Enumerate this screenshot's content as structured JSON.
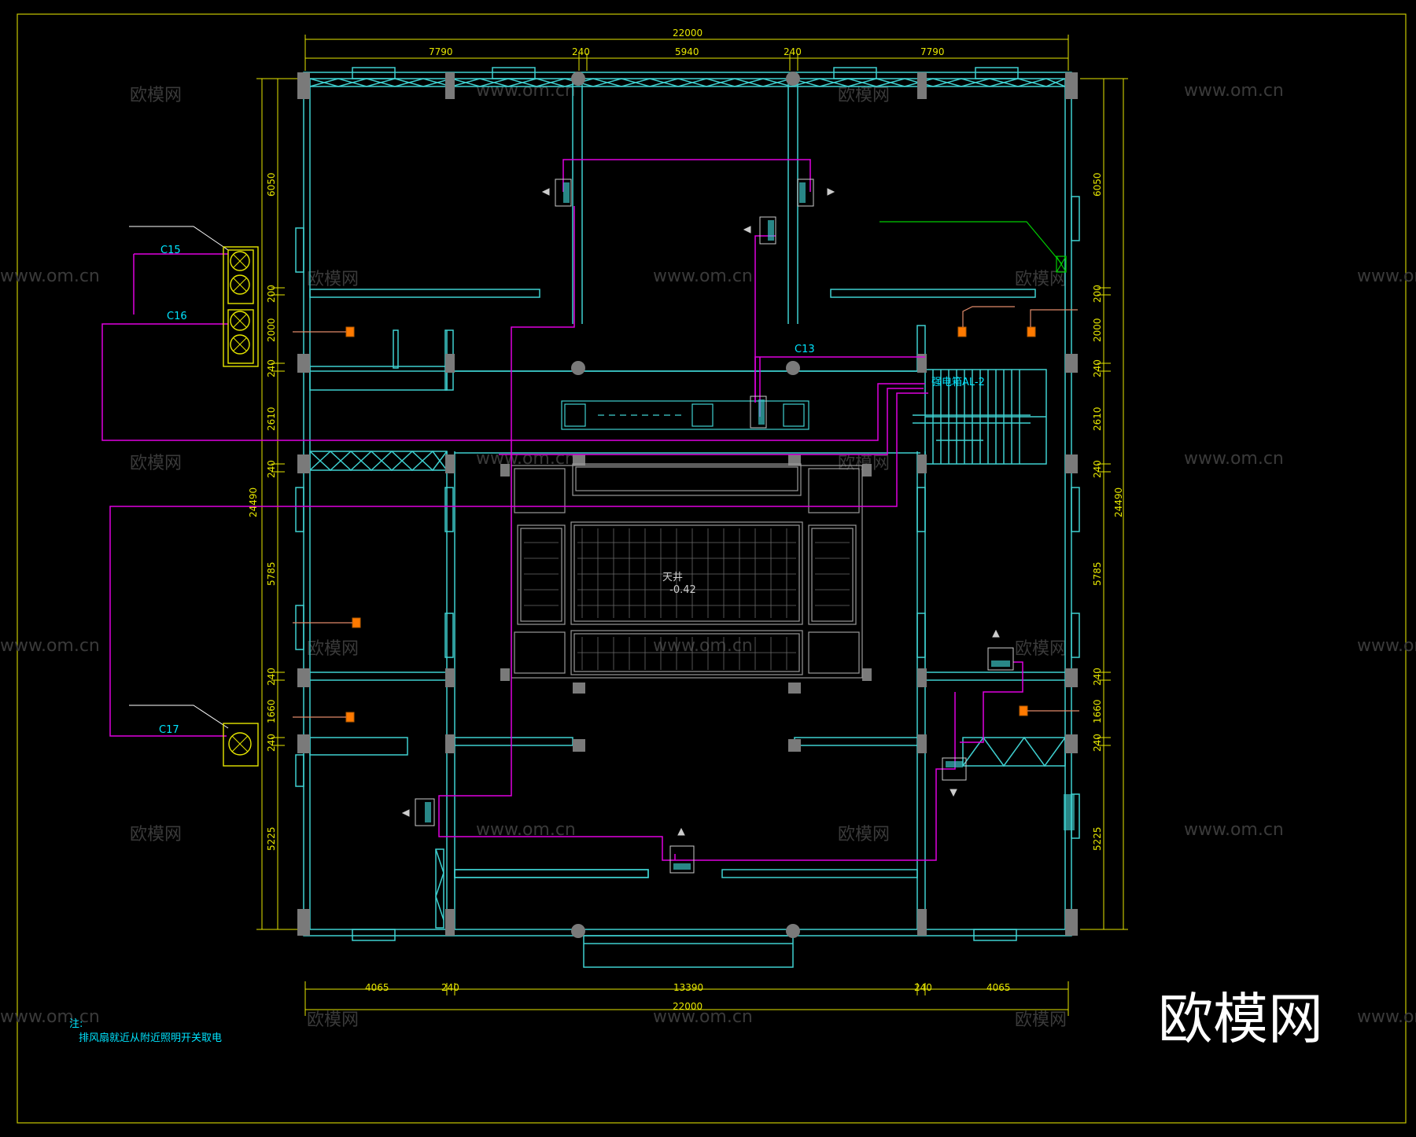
{
  "dimensions": {
    "top_total": "22000",
    "top_segments": [
      "7790",
      "240",
      "5940",
      "240",
      "7790"
    ],
    "bottom_segments": [
      "4065",
      "240",
      "13390",
      "240",
      "4065"
    ],
    "bottom_total": "22000",
    "left_total": "24490",
    "right_total": "24490",
    "vertical_segments": [
      "6050",
      "200",
      "2000",
      "240",
      "2610",
      "240",
      "5785",
      "240",
      "1660",
      "240",
      "5225"
    ]
  },
  "labels": {
    "c15": "C15",
    "c16": "C16",
    "c17": "C17",
    "c13": "C13",
    "panel": "强电箱AL-2",
    "courtyard": "天井",
    "courtyard_level": "-0.42"
  },
  "note": {
    "title": "注:",
    "text": "排风扇就近从附近照明开关取电"
  },
  "watermark": {
    "cn": "欧模网",
    "url": "www.om.cn"
  },
  "brand": "欧模网",
  "colors": {
    "wall": "#3fd0d0",
    "circuit": "#e000e0",
    "dimension": "#e6e600",
    "tag": "#00e5ff",
    "fan": "#e6e600",
    "outlet": "#ff7a00",
    "frame": "#c8c800"
  }
}
